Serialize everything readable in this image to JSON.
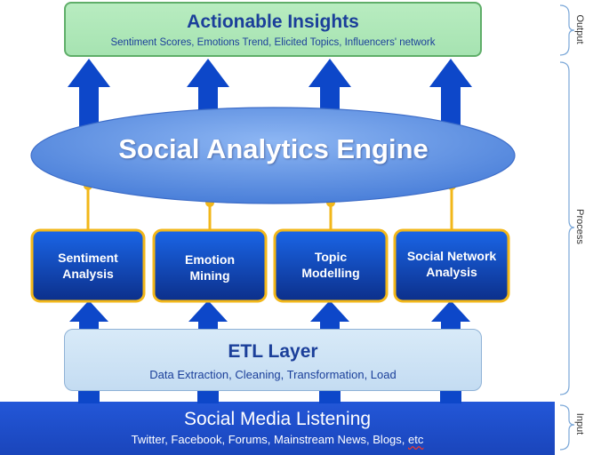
{
  "output": {
    "title": "Actionable Insights",
    "subtitle": "Sentiment Scores, Emotions Trend, Elicited Topics, Influencers' network"
  },
  "engine": {
    "title": "Social Analytics Engine"
  },
  "processes": [
    {
      "line1": "Sentiment",
      "line2": "Analysis"
    },
    {
      "line1": "Emotion",
      "line2": "Mining"
    },
    {
      "line1": "Topic",
      "line2": "Modelling"
    },
    {
      "line1": "Social Network",
      "line2": "Analysis"
    }
  ],
  "etl": {
    "title": "ETL Layer",
    "subtitle": "Data Extraction, Cleaning, Transformation, Load"
  },
  "listening": {
    "title": "Social Media Listening",
    "subtitle_main": "Twitter, Facebook, Forums, Mainstream News, Blogs, ",
    "subtitle_etc": "etc"
  },
  "stages": {
    "output": "Output",
    "process": "Process",
    "input": "Input"
  },
  "colors": {
    "arrow_blue": "#0d47c9",
    "engine_blue": "#5b8fe3",
    "process_border": "#f2b71a",
    "listening_bar": "#1f4fd0"
  }
}
